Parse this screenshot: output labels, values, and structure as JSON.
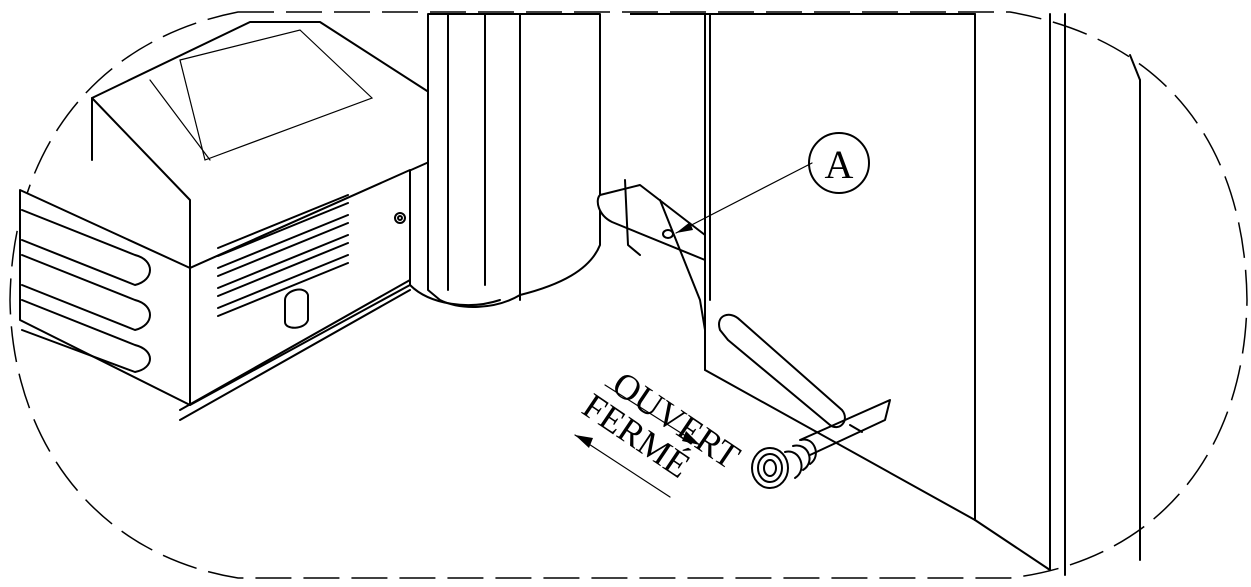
{
  "callout": {
    "label": "A"
  },
  "direction": {
    "open_label": "OUVERT",
    "close_label": "FERMÉ"
  }
}
